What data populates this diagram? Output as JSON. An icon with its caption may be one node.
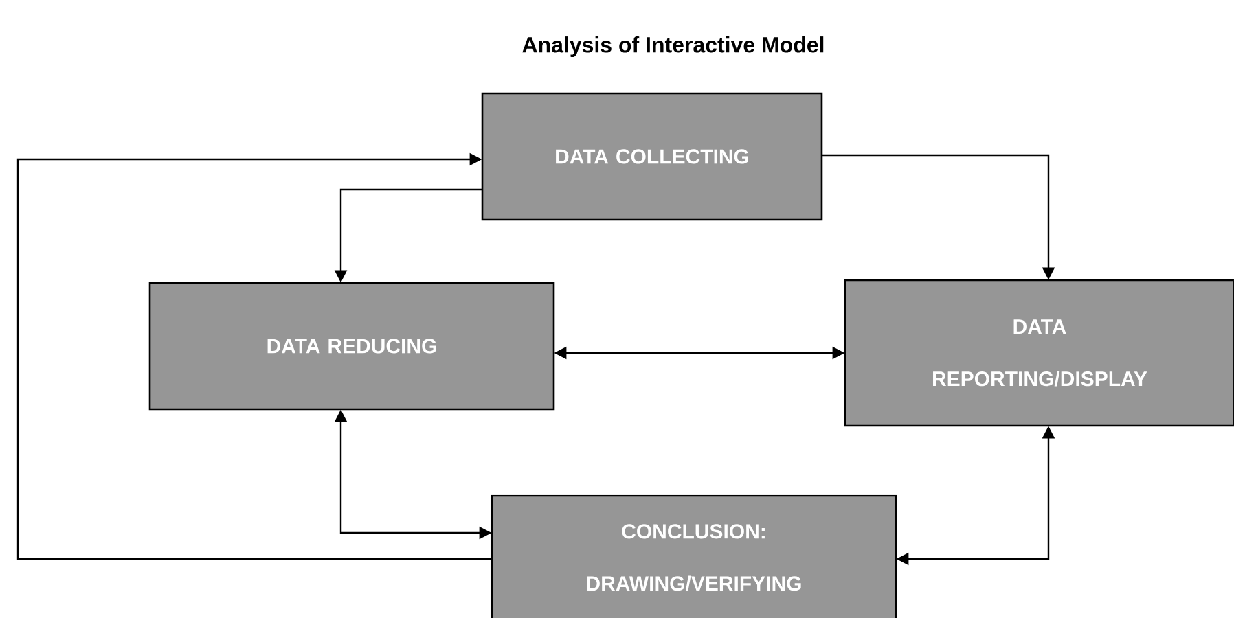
{
  "diagram": {
    "title": "Analysis of Interactive Model",
    "nodes": [
      {
        "text": [
          "DATA COLLECTING"
        ]
      },
      {
        "text": [
          "DATA REDUCING"
        ]
      },
      {
        "text": [
          "DATA REPORTING/DISPLAY"
        ]
      },
      {
        "text": [
          "CONCLUSION: DRAWING/VERIFYING"
        ]
      }
    ],
    "edges": [
      {
        "from": 0,
        "to": 1,
        "arrow": "to"
      },
      {
        "from": 0,
        "to": 2,
        "arrow": "to"
      },
      {
        "from": 1,
        "to": 2,
        "arrow": "both"
      },
      {
        "from": 1,
        "to": 3,
        "arrow": "both"
      },
      {
        "from": 2,
        "to": 3,
        "arrow": "both"
      },
      {
        "from": 3,
        "to": 0,
        "arrow": "to"
      }
    ]
  }
}
